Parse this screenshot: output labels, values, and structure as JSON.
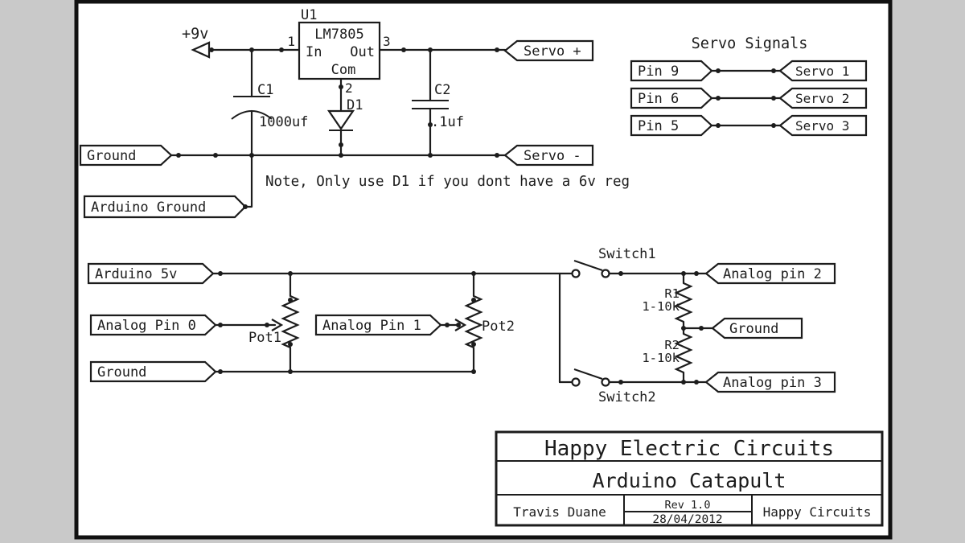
{
  "colors": {
    "background": "#c9c9c9",
    "paper": "#ffffff",
    "ink": "#1c1c1c"
  },
  "power": {
    "supply_label": "+9v",
    "u1": {
      "ref": "U1",
      "part": "LM7805",
      "pin_in": "In",
      "pin_out": "Out",
      "pin_com": "Com",
      "pin1": "1",
      "pin2": "2",
      "pin3": "3"
    },
    "c1": {
      "ref": "C1",
      "value": "1000uf"
    },
    "c2": {
      "ref": "C2",
      "value": ".1uf"
    },
    "d1": {
      "ref": "D1"
    },
    "servo_plus": "Servo +",
    "servo_minus": "Servo -",
    "ground": "Ground",
    "arduino_ground": "Arduino Ground",
    "note": "Note, Only use D1 if you dont have a 6v reg"
  },
  "servo_signals": {
    "title": "Servo Signals",
    "rows": [
      {
        "pin": "Pin 9",
        "servo": "Servo 1"
      },
      {
        "pin": "Pin 6",
        "servo": "Servo 2"
      },
      {
        "pin": "Pin 5",
        "servo": "Servo 3"
      }
    ]
  },
  "analog": {
    "arduino_5v": "Arduino 5v",
    "analog_pin0": "Analog Pin 0",
    "ground_left": "Ground",
    "analog_pin1": "Analog Pin 1",
    "pot1": "Pot1",
    "pot2": "Pot2",
    "switch1": "Switch1",
    "switch2": "Switch2",
    "r1": {
      "ref": "R1",
      "value": "1-10k"
    },
    "r2": {
      "ref": "R2",
      "value": "1-10k"
    },
    "analog_pin2": "Analog pin 2",
    "ground_right": "Ground",
    "analog_pin3": "Analog pin 3"
  },
  "title_block": {
    "company": "Happy Electric Circuits",
    "title": "Arduino Catapult",
    "author": "Travis Duane",
    "rev": "Rev 1.0",
    "date": "28/04/2012",
    "org": "Happy Circuits"
  }
}
